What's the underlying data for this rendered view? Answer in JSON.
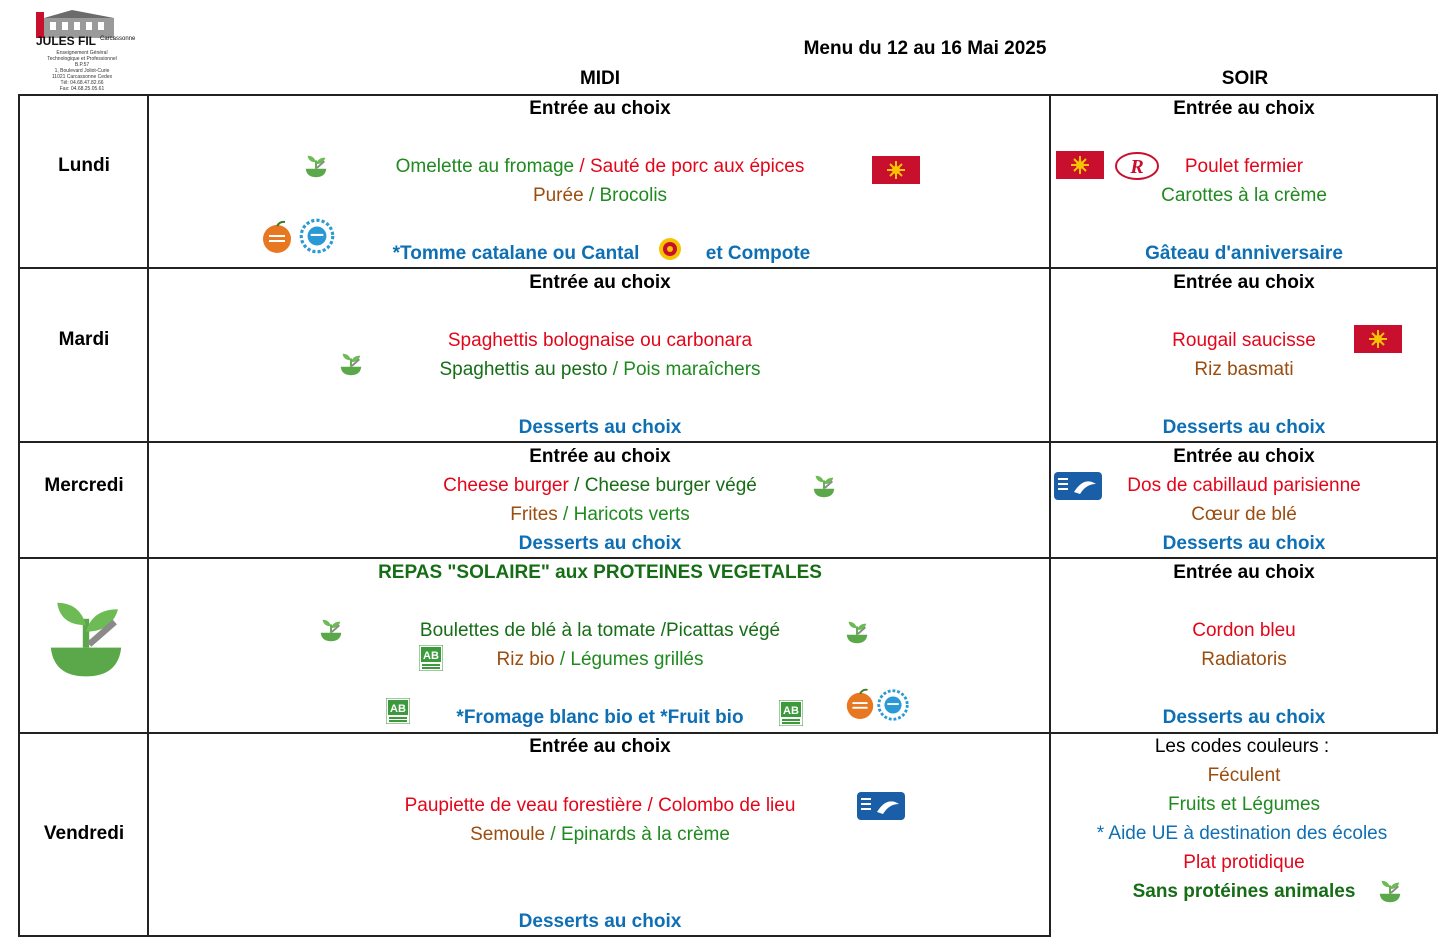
{
  "header": {
    "title": "Menu du 12 au 16 Mai 2025",
    "midi": "MIDI",
    "soir": "SOIR",
    "logo": {
      "name": "JULES FIL",
      "city": "Carcassonne",
      "lines": [
        "Enseignement Général",
        "Technologique et Professionnel",
        "B.P.57",
        "1, Boulevard Joliot-Curie",
        "11021 Carcassonne Cedex",
        "Tél: 04.68.47.82.66",
        "Fax: 04.68.25.05.61"
      ]
    }
  },
  "days": {
    "lundi": "Lundi",
    "mardi": "Mardi",
    "mercredi": "Mercredi",
    "vendredi": "Vendredi"
  },
  "lundi": {
    "midi": {
      "entree": "Entrée au choix",
      "plat_a": "Omelette au fromage",
      "sep1": " / ",
      "plat_b": "Sauté de porc aux épices",
      "side_a": "Purée",
      "sep2": " / ",
      "side_b": "Brocolis",
      "dessert_a": "*Tomme catalane ou Cantal",
      "dessert_b": "et Compote"
    },
    "soir": {
      "entree": "Entrée au choix",
      "plat": "Poulet fermier",
      "side": "Carottes à la crème",
      "dessert": "Gâteau d'anniversaire"
    }
  },
  "mardi": {
    "midi": {
      "entree": "Entrée au choix",
      "plat": "Spaghettis bolognaise ou carbonara",
      "veg_a": "Spaghettis au pesto",
      "sep": " / ",
      "veg_b": "Pois maraîchers",
      "dessert": "Desserts au choix"
    },
    "soir": {
      "entree": "Entrée au choix",
      "plat": "Rougail saucisse",
      "side": "Riz basmati",
      "dessert": "Desserts au choix"
    }
  },
  "mercredi": {
    "midi": {
      "entree": "Entrée au choix",
      "plat_a": "Cheese burger",
      "sep1": " / ",
      "plat_b": "Cheese burger végé",
      "side_a": "Frites",
      "sep2": " / ",
      "side_b": "Haricots verts",
      "dessert": "Desserts au choix"
    },
    "soir": {
      "entree": "Entrée au choix",
      "plat": "Dos de cabillaud parisienne",
      "side": "Cœur de blé",
      "dessert": "Desserts au choix"
    }
  },
  "jeudi": {
    "midi": {
      "entree": "REPAS \"SOLAIRE\" aux PROTEINES VEGETALES",
      "plat": "Boulettes de blé à la tomate /Picattas végé",
      "side_a": "Riz  bio",
      "sep": " / ",
      "side_b": "Légumes grillés",
      "dessert": "*Fromage blanc bio  et *Fruit bio"
    },
    "soir": {
      "entree": "Entrée au choix",
      "plat": "Cordon bleu",
      "side": "Radiatoris",
      "dessert": "Desserts au choix"
    }
  },
  "vendredi": {
    "midi": {
      "entree": "Entrée au choix",
      "plat": "Paupiette de veau forestière / Colombo de lieu",
      "side_a": "Semoule",
      "sep": " / ",
      "side_b": "Epinards à la crème",
      "dessert": "Desserts au choix"
    }
  },
  "legend": {
    "title": "Les codes couleurs :",
    "feculent": "Féculent",
    "fruits": "Fruits et Légumes",
    "aide": "* Aide UE à destination des écoles",
    "protidique": "Plat protidique",
    "sans": "Sans protéines animales"
  },
  "labels": {
    "ab": "AB",
    "label_rouge": "Label Rouge",
    "msc": "PÊCHE DURABLE MSC"
  },
  "colors": {
    "protidique": "#e3061b",
    "legumes": "#1f8a1f",
    "feculent": "#9b4d0f",
    "aide_ue": "#0f6fb4",
    "sans_proteines": "#166d16"
  }
}
